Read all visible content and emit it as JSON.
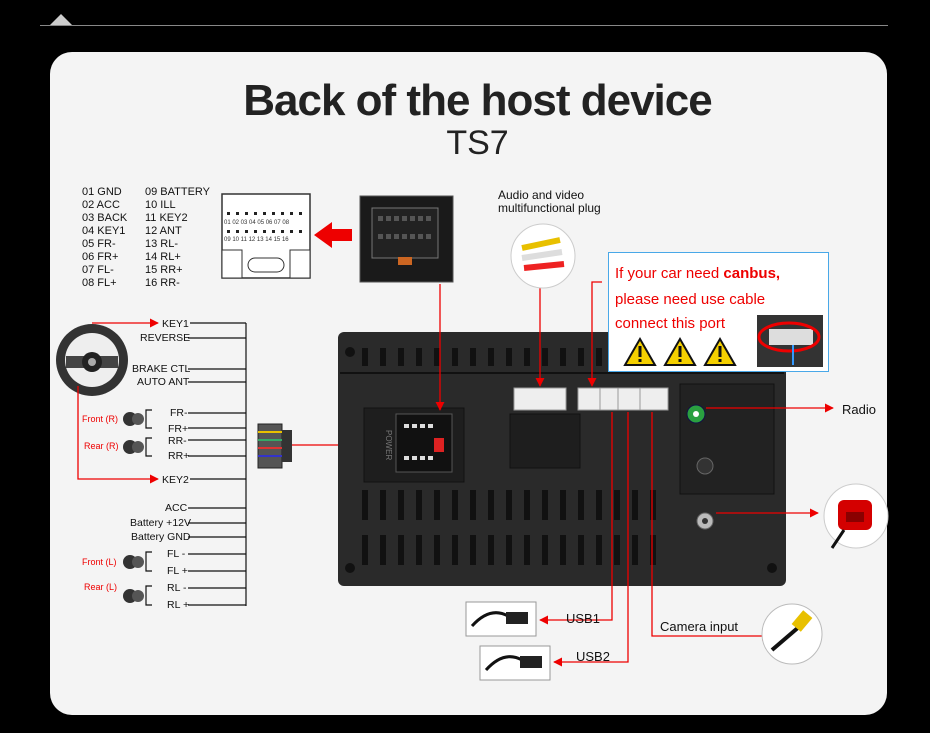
{
  "page": {
    "title": "Back of the host device",
    "subtitle": "TS7"
  },
  "pinout": {
    "left": [
      "01  GND",
      "02  ACC",
      "03  BACK",
      "04  KEY1",
      "05  FR-",
      "06  FR+",
      "07  FL-",
      "08  FL+"
    ],
    "right": [
      "09  BATTERY",
      "10  ILL",
      "11  KEY2",
      "12  ANT",
      "13  RL-",
      "14  RL+",
      "15  RR+",
      "16  RR-"
    ],
    "connector_top_numbers": "01 02 03 04 05 06 07 08",
    "connector_bottom_numbers": "09 10 11 12 13 14 15 16"
  },
  "harness_labels": {
    "key1": "KEY1",
    "reverse": "REVERSE",
    "brake": "BRAKE CTL",
    "auto_ant": "AUTO ANT",
    "fr_minus": "FR-",
    "fr_plus": "FR+",
    "rr_minus": "RR-",
    "rr_plus": "RR+",
    "key2": "KEY2",
    "acc": "ACC",
    "battery": "Battery +12V",
    "gnd": "Battery GND",
    "fl_minus": "FL -",
    "fl_plus": "FL +",
    "rl_minus": "RL -",
    "rl_plus": "RL +",
    "front_r": "Front (R)",
    "rear_r": "Rear (R)",
    "front_l": "Front (L)",
    "rear_l": "Rear (L)"
  },
  "callouts": {
    "av_plug": [
      "Audio and video",
      "multifunctional plug"
    ],
    "canbus_line1_pre": "If your car need ",
    "canbus_line1_bold": "canbus,",
    "canbus_line2": "please need use cable",
    "canbus_line3": "connect this port",
    "radio": "Radio",
    "usb1": "USB1",
    "usb2": "USB2",
    "camera": "Camera input",
    "power_label": "POWER"
  },
  "colors": {
    "accent_red": "#e00000",
    "device_body": "#2a2a2a",
    "callout_border": "#49a8e8"
  }
}
